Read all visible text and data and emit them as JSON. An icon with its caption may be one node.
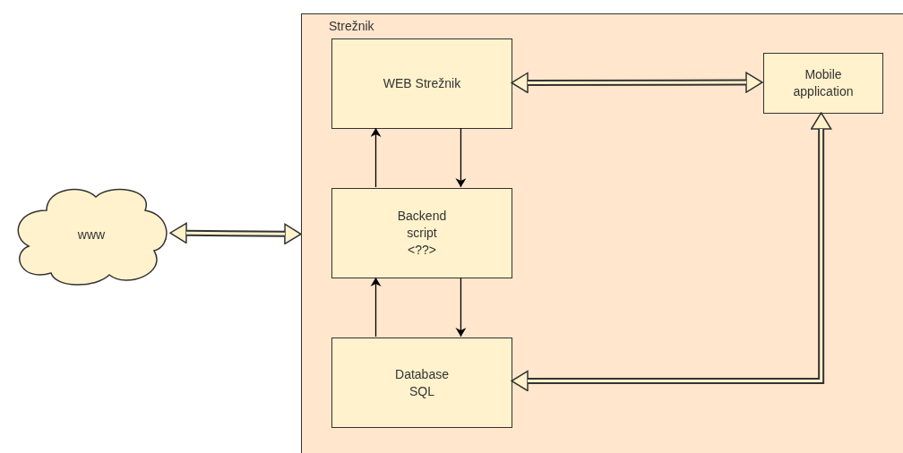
{
  "diagram": {
    "nodes": [
      {
        "text": [
          "Strežnik"
        ]
      },
      {
        "text": [
          "WEB Strežnik"
        ],
        "in": 0
      },
      {
        "text": [
          "Mobile application"
        ],
        "in": 0
      },
      {
        "text": [
          "Backend script <??>"
        ],
        "in": 0
      },
      {
        "text": [
          "Database SQL"
        ],
        "in": 0
      },
      {
        "text": [
          "www"
        ]
      }
    ],
    "edges": [
      {
        "from": 5,
        "to": 0,
        "arrow": "both",
        "style": "thick"
      },
      {
        "from": 1,
        "to": 2,
        "arrow": "both",
        "style": "thick"
      },
      {
        "from": 3,
        "to": 1,
        "arrow": "to"
      },
      {
        "from": 1,
        "to": 3,
        "arrow": "to"
      },
      {
        "from": 4,
        "to": 3,
        "arrow": "to"
      },
      {
        "from": 3,
        "to": 4,
        "arrow": "to"
      },
      {
        "from": 4,
        "to": 2,
        "arrow": "both",
        "style": "thick"
      }
    ]
  }
}
